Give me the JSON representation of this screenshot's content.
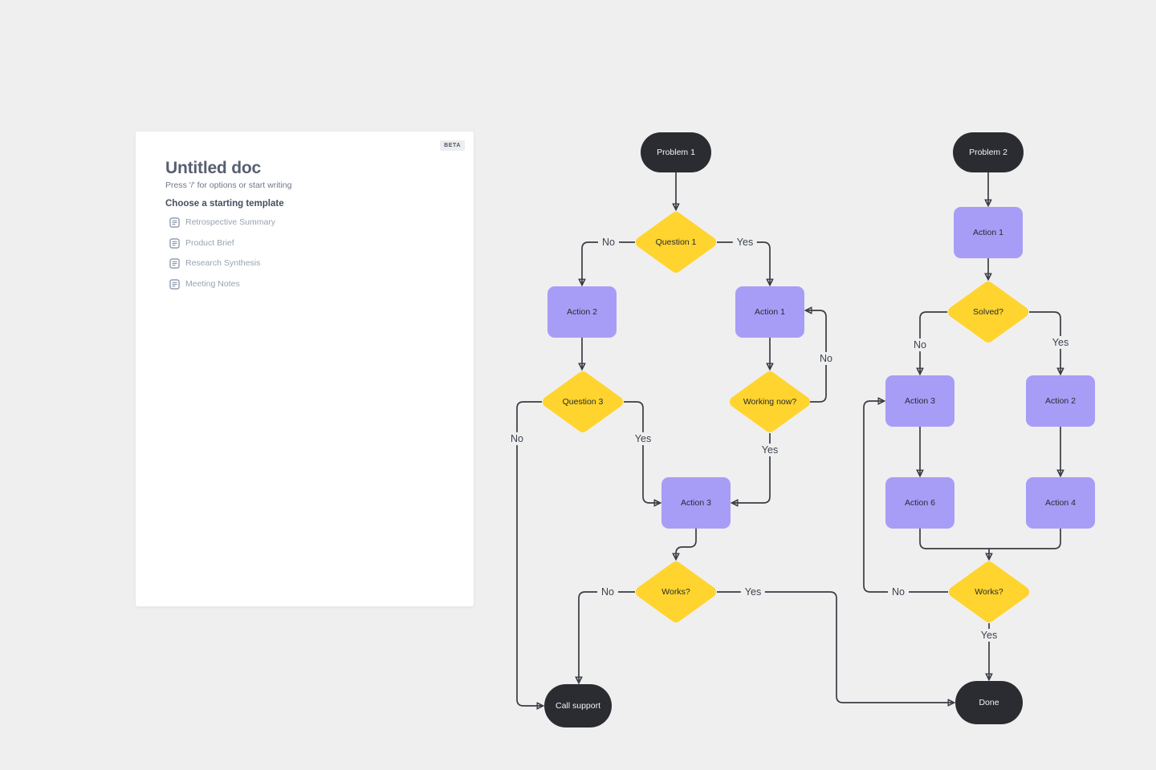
{
  "doc_panel": {
    "beta_label": "BETA",
    "title": "Untitled doc",
    "subtitle": "Press '/' for options or start writing",
    "templates_heading": "Choose a starting template",
    "templates": [
      {
        "label": "Retrospective Summary"
      },
      {
        "label": "Product Brief"
      },
      {
        "label": "Research Synthesis"
      },
      {
        "label": "Meeting Notes"
      }
    ]
  },
  "flowchart": {
    "colors": {
      "terminal_fill": "#2b2c31",
      "process_fill": "#a89df6",
      "decision_fill": "#ffd42e",
      "connector": "#3a3d43",
      "canvas_background": "#efeff0"
    },
    "flow1": {
      "nodes": {
        "problem1": "Problem 1",
        "question1": "Question 1",
        "action2": "Action 2",
        "action1": "Action 1",
        "question3": "Question 3",
        "working_now": "Working now?",
        "action3": "Action 3",
        "works": "Works?",
        "call_support": "Call support"
      },
      "edge_labels": {
        "question1_no": "No",
        "question1_yes": "Yes",
        "question3_no": "No",
        "question3_yes": "Yes",
        "working_now_yes": "Yes",
        "working_now_no": "No",
        "works_no": "No",
        "works_yes": "Yes"
      }
    },
    "flow2": {
      "nodes": {
        "problem2": "Problem 2",
        "action1": "Action 1",
        "solved": "Solved?",
        "action3": "Action 3",
        "action2": "Action 2",
        "action6": "Action 6",
        "action4": "Action 4",
        "works": "Works?",
        "done": "Done"
      },
      "edge_labels": {
        "solved_no": "No",
        "solved_yes": "Yes",
        "works_no": "No",
        "works_yes": "Yes"
      }
    }
  }
}
